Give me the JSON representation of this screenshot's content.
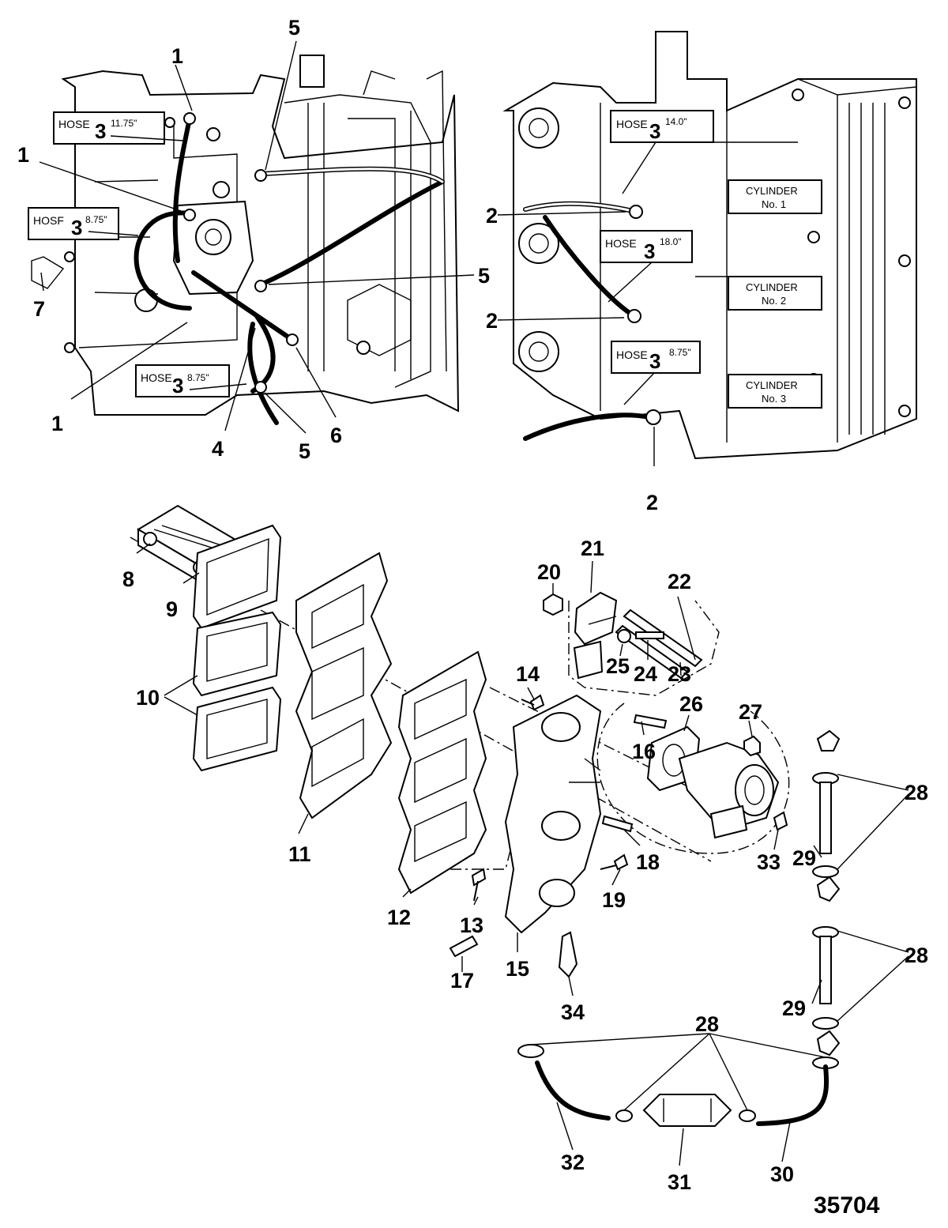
{
  "figure_number": "35704",
  "hose_word": "HOSE",
  "hose_word_misprint": "HOSF",
  "hose_callouts": [
    {
      "id": "left-top",
      "number": "3",
      "length": "11.75\""
    },
    {
      "id": "left-mid",
      "number": "3",
      "length": "8.75\""
    },
    {
      "id": "left-bottom",
      "number": "3",
      "length": "8.75\""
    },
    {
      "id": "right-top",
      "number": "3",
      "length": "14.0\""
    },
    {
      "id": "right-mid",
      "number": "3",
      "length": "18.0\""
    },
    {
      "id": "right-bottom",
      "number": "3",
      "length": "8.75\""
    }
  ],
  "cylinder_labels": [
    {
      "line1": "CYLINDER",
      "line2": "No. 1"
    },
    {
      "line1": "CYLINDER",
      "line2": "No. 2"
    },
    {
      "line1": "CYLINDER",
      "line2": "No. 3"
    }
  ],
  "part_labels": {
    "p1": "1",
    "p2": "2",
    "p4": "4",
    "p5": "5",
    "p6": "6",
    "p7": "7",
    "p8": "8",
    "p9": "9",
    "p10": "10",
    "p11": "11",
    "p12": "12",
    "p13": "13",
    "p14": "14",
    "p15": "15",
    "p16": "16",
    "p17": "17",
    "p18": "18",
    "p19": "19",
    "p20": "20",
    "p21": "21",
    "p22": "22",
    "p23": "23",
    "p24": "24",
    "p25": "25",
    "p26": "26",
    "p27": "27",
    "p28": "28",
    "p29": "29",
    "p30": "30",
    "p31": "31",
    "p32": "32",
    "p33": "33",
    "p34": "34"
  }
}
